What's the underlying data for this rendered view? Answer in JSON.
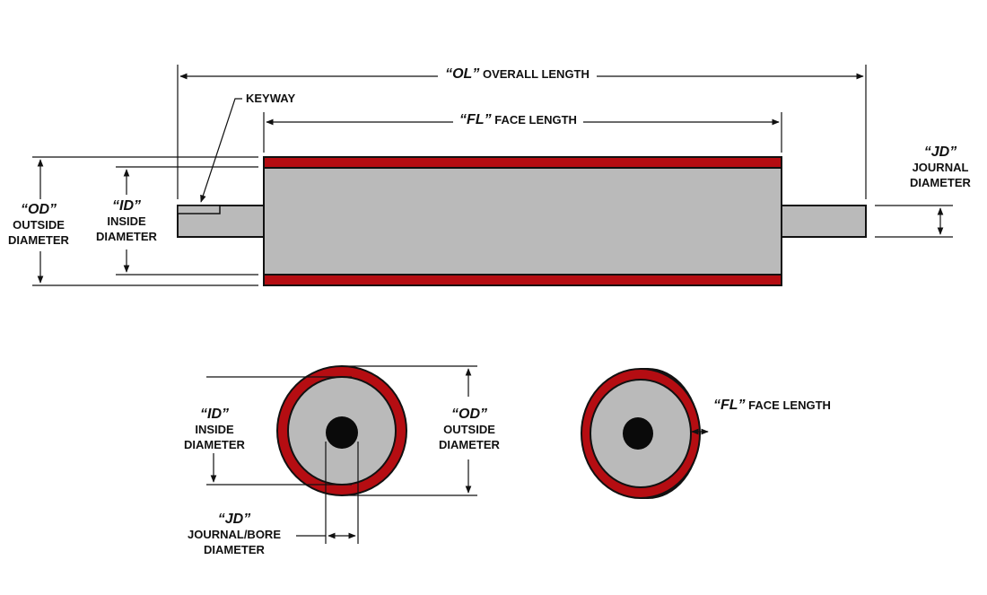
{
  "colors": {
    "rubber": "#b50d12",
    "core": "#bababa",
    "bore": "#0a0a0a",
    "stroke": "#111111",
    "background": "#ffffff"
  },
  "labels": {
    "overall_length": {
      "code": "“OL”",
      "text": "OVERALL LENGTH"
    },
    "face_length": {
      "code": "“FL”",
      "text": "FACE LENGTH"
    },
    "keyway": {
      "text": "KEYWAY"
    },
    "outside_diameter": {
      "code": "“OD”",
      "line1": "OUTSIDE",
      "line2": "DIAMETER"
    },
    "inside_diameter": {
      "code": "“ID”",
      "line1": "INSIDE",
      "line2": "DIAMETER"
    },
    "journal_diameter": {
      "code": "“JD”",
      "line1": "JOURNAL",
      "line2": "DIAMETER"
    },
    "end_inside_diameter": {
      "code": "“ID”",
      "line1": "INSIDE",
      "line2": "DIAMETER"
    },
    "end_outside_diameter": {
      "code": "“OD”",
      "line1": "OUTSIDE",
      "line2": "DIAMETER"
    },
    "journal_bore_diameter": {
      "code": "“JD”",
      "line1": "JOURNAL/BORE",
      "line2": "DIAMETER"
    },
    "perspective_face_length": {
      "code": "“FL”",
      "text": "FACE LENGTH"
    }
  }
}
